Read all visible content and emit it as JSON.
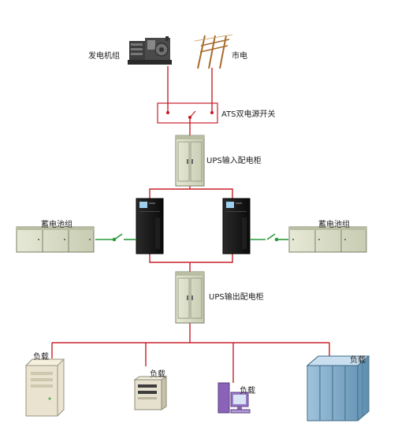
{
  "labels": {
    "generator": "发电机组",
    "utility": "市电",
    "ats": "ATS双电源开关",
    "ups_input": "UPS输入配电柜",
    "battery_left": "蓄电池组",
    "battery_right": "蓄电池组",
    "ups_output": "UPS输出配电柜",
    "load_1": "负载",
    "load_2": "负载",
    "load_3": "负载",
    "load_4": "负载"
  },
  "colors": {
    "power_line": "#c8202a",
    "battery_link": "#2a9a3a",
    "cabinet": "#d4d9c0",
    "ups_body": "#141414"
  },
  "icons": {
    "generator": "generator-icon",
    "utility": "utility-pole-icon",
    "ups": "ups-unit-icon",
    "server": "server-icon",
    "computer": "computer-icon",
    "rack": "rack-cabinet-icon"
  }
}
